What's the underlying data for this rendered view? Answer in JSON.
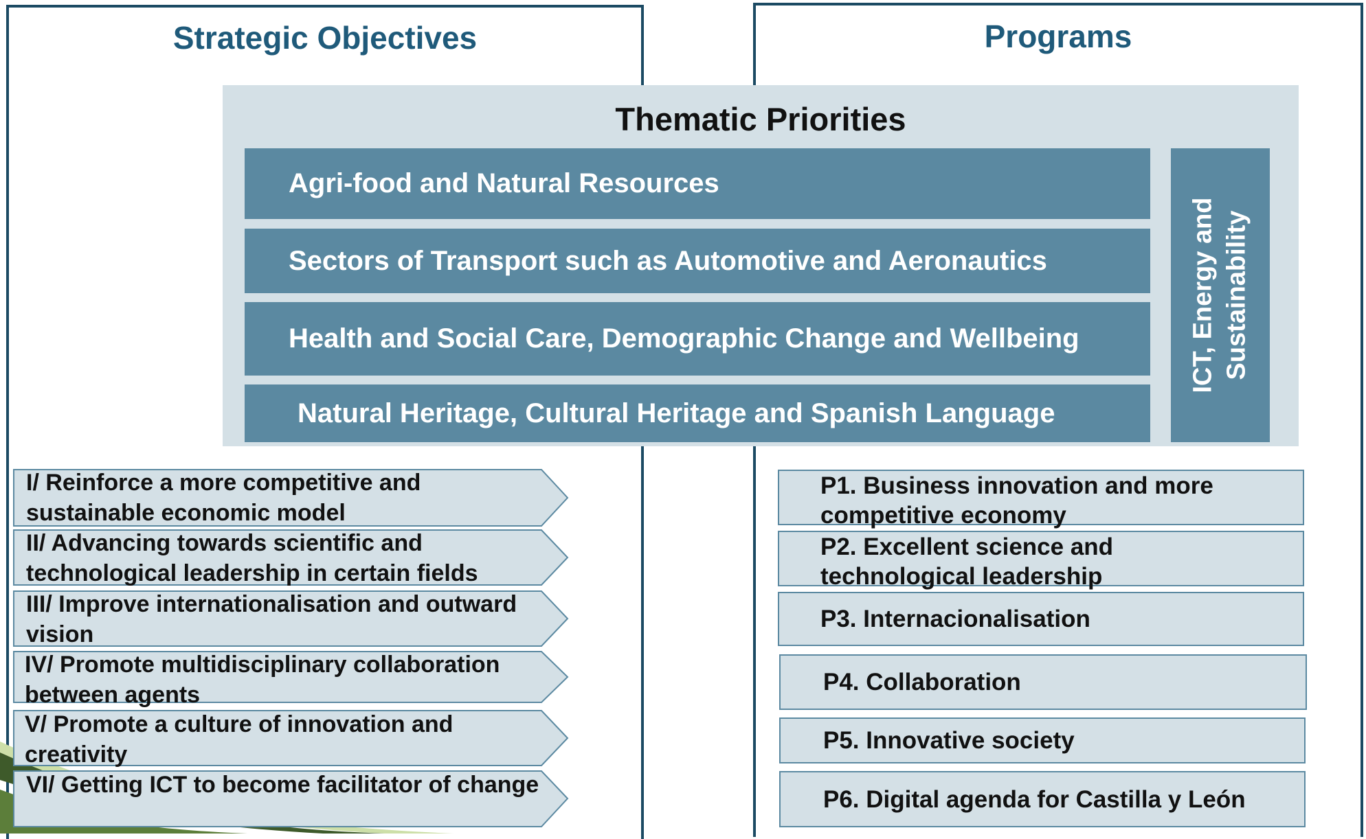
{
  "strategic_objectives": {
    "title": "Strategic Objectives",
    "items": [
      {
        "label": "I/ Reinforce a more competitive and sustainable economic model"
      },
      {
        "label": "II/ Advancing towards scientific and technological leadership in certain fields"
      },
      {
        "label": "III/ Improve internationalisation and outward vision"
      },
      {
        "label": "IV/ Promote multidisciplinary collaboration between agents"
      },
      {
        "label": "V/ Promote a culture of innovation and creativity"
      },
      {
        "label": "VI/ Getting ICT to become facilitator of change"
      }
    ]
  },
  "programs": {
    "title": "Programs",
    "items": [
      {
        "label": "P1. Business innovation and more competitive economy"
      },
      {
        "label": "P2. Excellent science and technological leadership"
      },
      {
        "label": "P3. Internacionalisation"
      },
      {
        "label": "P4. Collaboration"
      },
      {
        "label": "P5. Innovative society"
      },
      {
        "label": "P6. Digital agenda for Castilla y León"
      }
    ]
  },
  "thematic_priorities": {
    "title": "Thematic Priorities",
    "items": [
      {
        "label": "Agri-food and Natural Resources"
      },
      {
        "label": "Sectors of Transport such as Automotive and Aeronautics"
      },
      {
        "label": "Health and Social Care, Demographic Change and Wellbeing"
      },
      {
        "label": "Natural Heritage, Cultural Heritage  and Spanish Language"
      }
    ],
    "cross_cutting": "ICT, Energy and Sustainability"
  },
  "colors": {
    "frame": "#1b4a63",
    "title": "#1f5a7a",
    "panel": "#d4e0e6",
    "bar": "#5b89a1"
  }
}
